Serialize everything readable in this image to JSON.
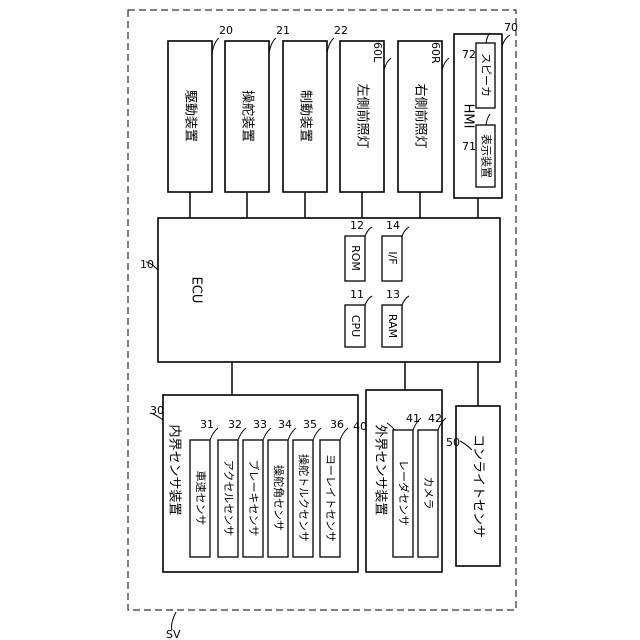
{
  "system": {
    "label": "SV"
  },
  "ecu": {
    "ref": "10",
    "label": "ECU",
    "parts": [
      {
        "ref": "11",
        "label": "CPU"
      },
      {
        "ref": "12",
        "label": "ROM"
      },
      {
        "ref": "13",
        "label": "RAM"
      },
      {
        "ref": "14",
        "label": "I/F"
      }
    ]
  },
  "actuators": [
    {
      "ref": "20",
      "label": "駆動装置"
    },
    {
      "ref": "21",
      "label": "操舵装置"
    },
    {
      "ref": "22",
      "label": "制動装置"
    },
    {
      "ref": "60L",
      "label": "左側前照灯"
    },
    {
      "ref": "60R",
      "label": "右側前照灯"
    }
  ],
  "hmi": {
    "ref": "70",
    "label": "HMI",
    "display": {
      "ref": "71",
      "label": "表示装置"
    },
    "speaker": {
      "ref": "72",
      "label": "スピーカ"
    }
  },
  "internal_sensors": {
    "ref": "30",
    "label": "内界センサ装置",
    "items": [
      {
        "ref": "31",
        "label": "車速センサ"
      },
      {
        "ref": "32",
        "label": "アクセルセンサ"
      },
      {
        "ref": "33",
        "label": "ブレーキセンサ"
      },
      {
        "ref": "34",
        "label": "操舵角センサ"
      },
      {
        "ref": "35",
        "label": "操舵トルクセンサ"
      },
      {
        "ref": "36",
        "label": "ヨーレイトセンサ"
      }
    ]
  },
  "external_sensors": {
    "ref": "40",
    "label": "外界センサ装置",
    "items": [
      {
        "ref": "41",
        "label": "レーダセンサ"
      },
      {
        "ref": "42",
        "label": "カメラ"
      }
    ]
  },
  "light_sensor": {
    "ref": "50",
    "label": "コンライトセンサ"
  }
}
